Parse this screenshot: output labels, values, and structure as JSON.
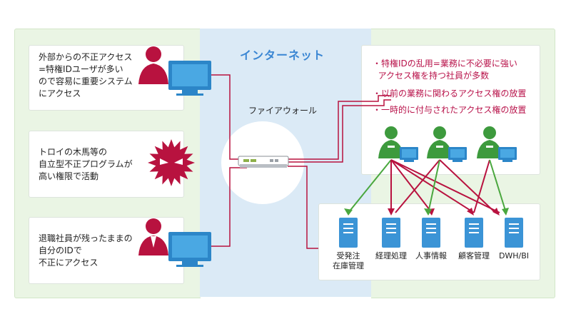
{
  "internet_label": "インターネット",
  "firewall_label": "ファイアウォール",
  "threats": [
    {
      "text": "外部からの不正アクセス\n=特権IDユーザが多い\nので容易に重要システム\nにアクセス"
    },
    {
      "text": "トロイの木馬等の\n自立型不正プログラムが\n高い権限で活動"
    },
    {
      "text": "退職社員が残ったままの\n自分のIDで\n不正にアクセス"
    }
  ],
  "notes": [
    "・特権IDの乱用=業務に不必要に強い\n  アクセス権を持つ社員が多数",
    "・以前の業務に関わるアクセス権の放置",
    "・一時的に付与されたアクセス権の放置"
  ],
  "systems": [
    {
      "label": "受発注\n在庫管理"
    },
    {
      "label": "経理処理"
    },
    {
      "label": "人事情報"
    },
    {
      "label": "顧客管理"
    },
    {
      "label": "DWH/BI"
    }
  ],
  "colors": {
    "threat": "#b8123f",
    "user": "#3d9a3d",
    "monitor": "#2c86c8",
    "server": "#3b94d6",
    "access_line_red": "#b8123f",
    "access_line_green": "#4aa73e",
    "internet_text": "#3a86d3"
  }
}
